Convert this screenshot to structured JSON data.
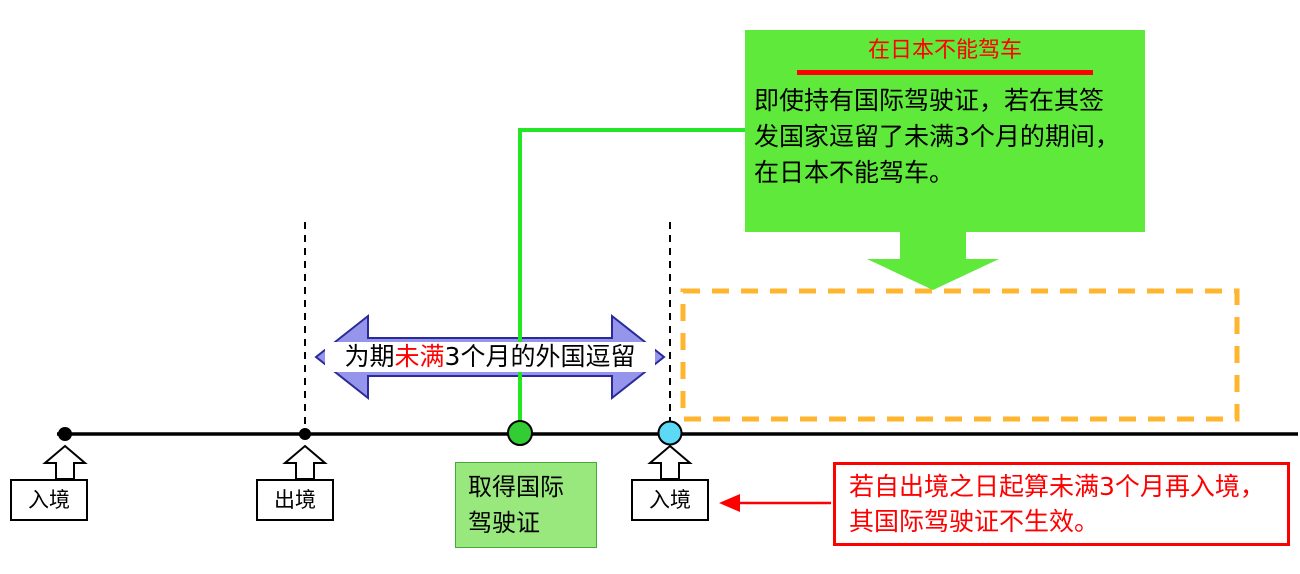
{
  "callout": {
    "title": "在日本不能驾车",
    "body_line1": "即使持有国际驾驶证，若在其签",
    "body_line2": "发国家逗留了未满3个月的期间，",
    "body_line3": "在日本不能驾车。"
  },
  "duration_label": {
    "prefix": "为期",
    "highlight": "未满",
    "suffix": "3个月的外国逗留"
  },
  "timeline": {
    "entry1_label": "入境",
    "exit_label": "出境",
    "permit_line1": "取得国际",
    "permit_line2": "驾驶证",
    "entry2_label": "入境"
  },
  "note": {
    "line1": "若自出境之日起算未满3个月再入境，",
    "line2": "其国际驾驶证不生效。"
  },
  "colors": {
    "callout_green": "#5fe93a",
    "line_green": "#25e625",
    "dot_green": "#32cd32",
    "permit_green": "#99e87d",
    "arrow_purple": "#9595ec",
    "dashed_orange": "#ffb52e",
    "dot_cyan": "#5bd9f7",
    "alert_red": "#ff0000",
    "timeline_black": "#000000"
  }
}
